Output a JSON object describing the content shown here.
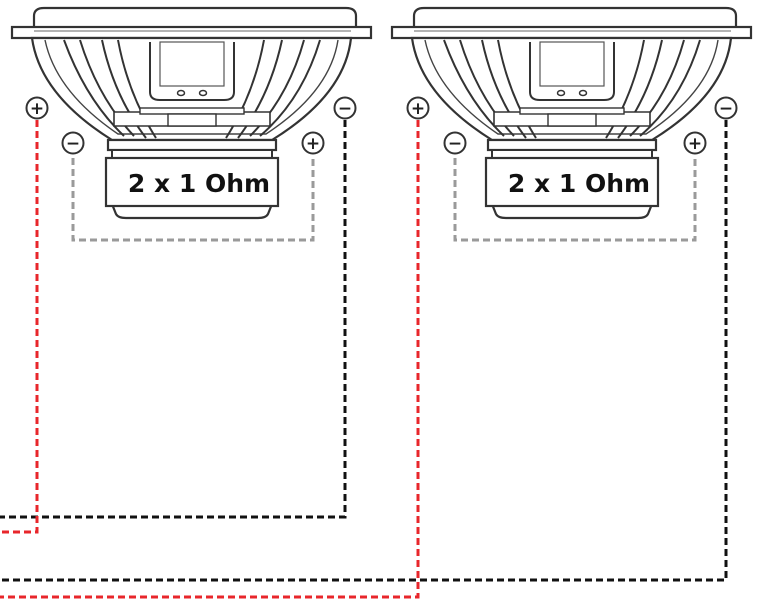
{
  "colors": {
    "positive_wire": "#e8262b",
    "negative_wire": "#111111",
    "jumper_wire": "#9a9a9a",
    "outline": "#333333",
    "background": "#ffffff"
  },
  "speakers": [
    {
      "name": "subwoofer-left",
      "label": "2 x 1 Ohm",
      "terminals": {
        "outer_positive": "+",
        "outer_negative": "−",
        "inner_negative": "−",
        "inner_positive": "+"
      }
    },
    {
      "name": "subwoofer-right",
      "label": "2 x 1 Ohm",
      "terminals": {
        "outer_positive": "+",
        "outer_negative": "−",
        "inner_negative": "−",
        "inner_positive": "+"
      }
    }
  ],
  "wiring": {
    "jumper_between_inner_terminals": true,
    "style": "dashed"
  }
}
